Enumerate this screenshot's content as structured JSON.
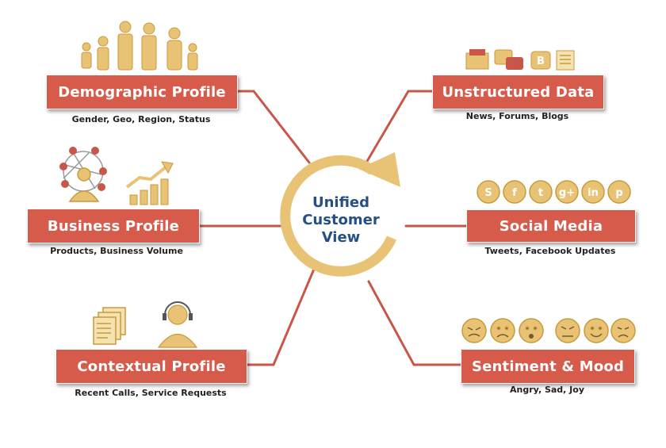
{
  "center": {
    "line1": "Unified",
    "line2": "Customer",
    "line3": "View"
  },
  "nodes": {
    "demographic": {
      "title": "Demographic Profile",
      "subtitle": "Gender, Geo, Region, Status"
    },
    "business": {
      "title": "Business Profile",
      "subtitle": "Products, Business Volume"
    },
    "contextual": {
      "title": "Contextual Profile",
      "subtitle": "Recent Calls, Service Requests"
    },
    "unstructured": {
      "title": "Unstructured Data",
      "subtitle": "News, Forums, Blogs"
    },
    "social": {
      "title": "Social Media",
      "subtitle": "Tweets, Facebook Updates"
    },
    "sentiment": {
      "title": "Sentiment & Mood",
      "subtitle": "Angry, Sad, Joy"
    }
  },
  "social_icons": [
    "skype-icon",
    "facebook-icon",
    "twitter-icon",
    "google-plus-icon",
    "linkedin-icon",
    "pinterest-icon"
  ],
  "social_glyphs": [
    "S",
    "f",
    "t",
    "g+",
    "in",
    "p"
  ],
  "colors": {
    "box": "#d75b4b",
    "connector": "#c8574a",
    "icon": "#e8c375",
    "icon_stroke": "#c99a3c",
    "center_text": "#254f86"
  }
}
